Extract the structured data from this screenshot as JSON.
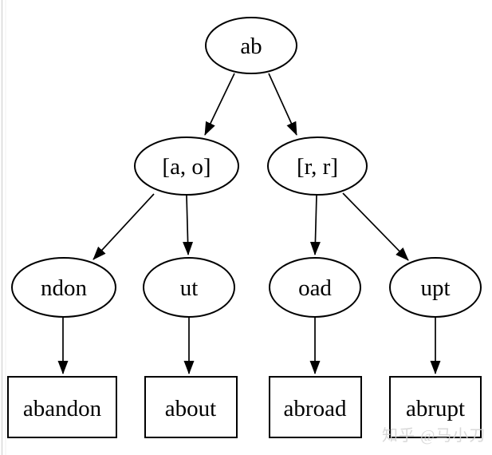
{
  "diagram": {
    "type": "trie-tree",
    "stroke_color": "#000000",
    "text_color": "#000000",
    "node_fill": "#ffffff",
    "tree": {
      "label": "ab",
      "children": [
        {
          "label": "[a, o]",
          "children": [
            {
              "label": "ndon",
              "children": [
                {
                  "label": "abandon",
                  "shape": "box"
                }
              ]
            },
            {
              "label": "ut",
              "children": [
                {
                  "label": "about",
                  "shape": "box"
                }
              ]
            }
          ]
        },
        {
          "label": "[r, r]",
          "children": [
            {
              "label": "oad",
              "children": [
                {
                  "label": "abroad",
                  "shape": "box"
                }
              ]
            },
            {
              "label": "upt",
              "children": [
                {
                  "label": "abrupt",
                  "shape": "box"
                }
              ]
            }
          ]
        }
      ]
    }
  },
  "watermark": {
    "text": "知乎 @马小刀",
    "color": "#d2d2d2"
  }
}
